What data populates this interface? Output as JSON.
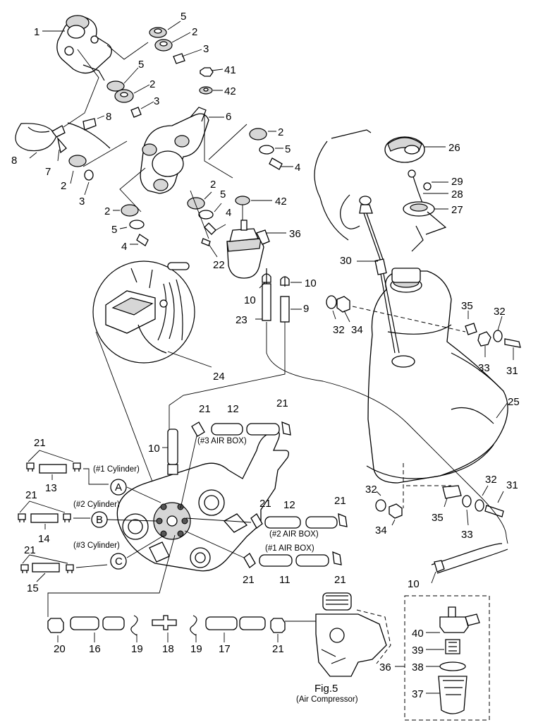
{
  "callouts": {
    "c1": "1",
    "c5a": "5",
    "c2a": "2",
    "c3a": "3",
    "c5b": "5",
    "c2b": "2",
    "c3b": "3",
    "c41": "41",
    "c42a": "42",
    "c6": "6",
    "c8a": "8",
    "c8b": "8",
    "c7": "7",
    "c2c": "2",
    "c3c": "3",
    "c2d": "2",
    "c5c": "5",
    "c4a": "4",
    "c2e": "2",
    "c5d": "5",
    "c4b": "4",
    "c2f": "2",
    "c5e": "5",
    "c4c": "4",
    "c42b": "42",
    "c36a": "36",
    "c22": "22",
    "c26": "26",
    "c29": "29",
    "c28": "28",
    "c27": "27",
    "c30": "30",
    "c10a": "10",
    "c10b": "10",
    "c23": "23",
    "c9": "9",
    "c24": "24",
    "c32a": "32",
    "c34a": "34",
    "c35a": "35",
    "c32b": "32",
    "c33a": "33",
    "c31a": "31",
    "c25": "25",
    "c21a": "21",
    "c12a": "12",
    "c21b": "21",
    "c10c": "10",
    "c21c": "21",
    "c13": "13",
    "c21d": "21",
    "c14": "14",
    "c21e": "21",
    "c15": "15",
    "c12b": "12",
    "c21f": "21",
    "c21g": "21",
    "c11": "11",
    "c21h": "21",
    "c21i": "21",
    "c32c": "32",
    "c34b": "34",
    "c35b": "35",
    "c33b": "33",
    "c32d": "32",
    "c31b": "31",
    "c10d": "10",
    "c20": "20",
    "c16": "16",
    "c19a": "19",
    "c18": "18",
    "c19b": "19",
    "c17": "17",
    "c21j": "21",
    "c40": "40",
    "c39": "39",
    "c38": "38",
    "c37": "37",
    "c36b": "36"
  },
  "labels": {
    "cyl1": "(#1 Cylinder)",
    "cyl2": "(#2 Cylinder)",
    "cyl3": "(#3 Cylinder)",
    "airbox3": "(#3 AIR BOX)",
    "airbox2": "(#2 AIR BOX)",
    "airbox1": "(#1 AIR BOX)",
    "fig": "Fig.5",
    "figsub": "(Air Compressor)"
  },
  "connectors": {
    "a": "A",
    "b": "B",
    "c": "C"
  }
}
